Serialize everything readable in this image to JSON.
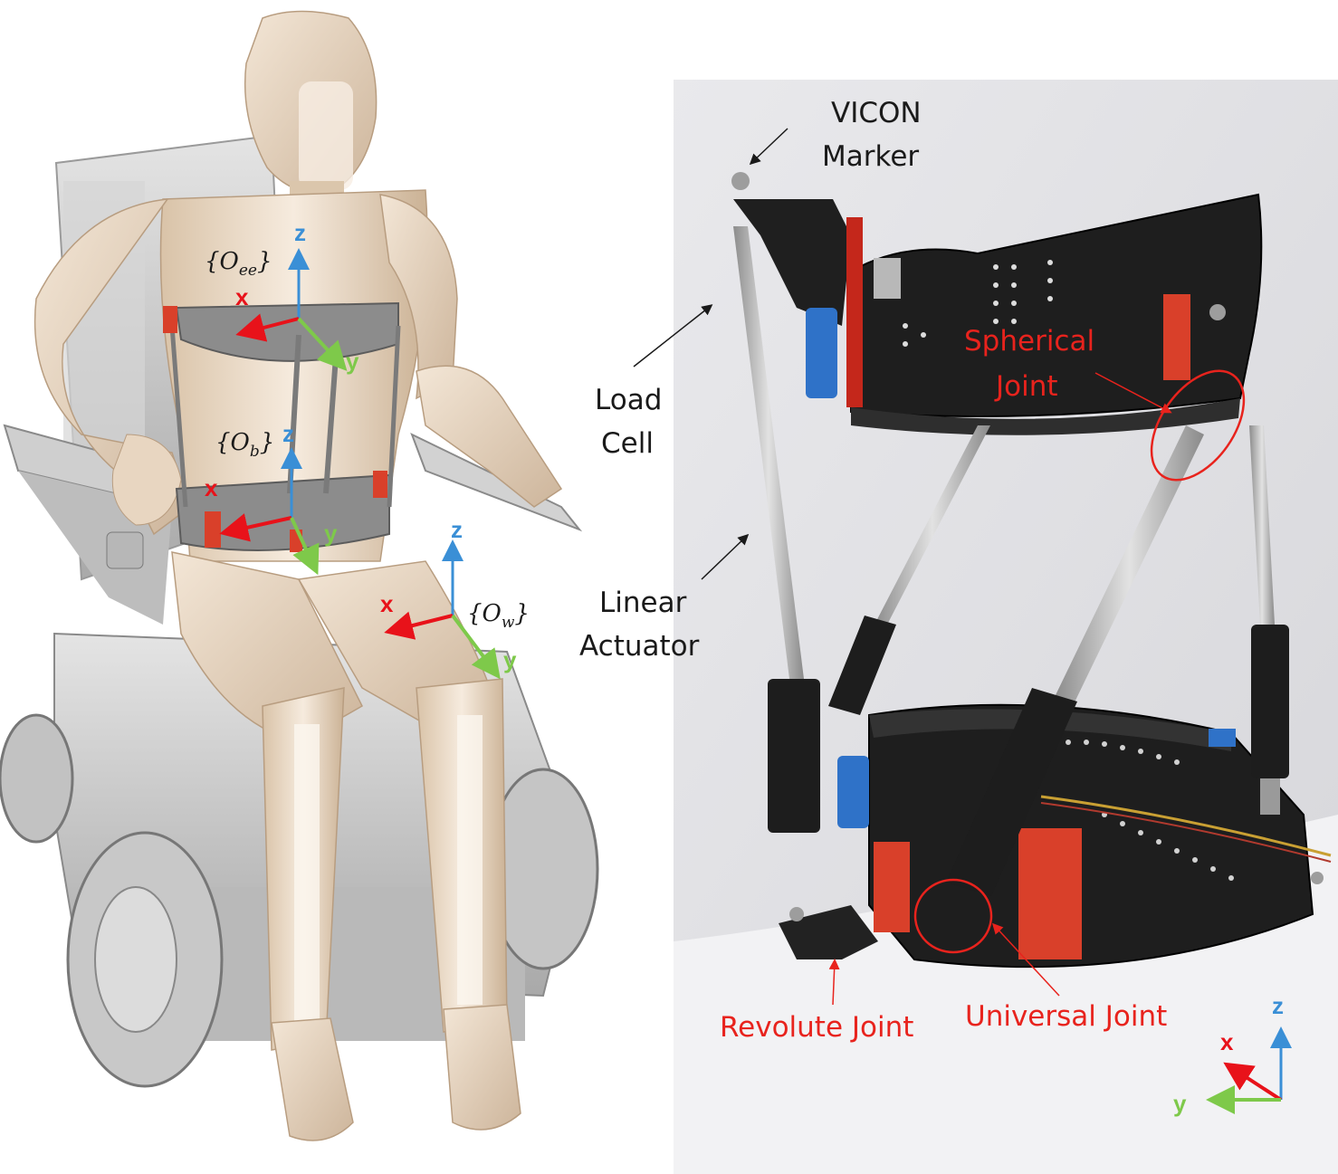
{
  "colors": {
    "x_axis": "#e8121a",
    "y_axis": "#7ec94a",
    "z_axis": "#3a8fd6",
    "annotation_red": "#e8231d",
    "annotation_black": "#1a1a1a",
    "mannequin_skin": "#e6d4bf",
    "wheelchair_gray": "#c9c9c9",
    "device_black": "#1e1e1e",
    "bracket_orange": "#d9402a"
  },
  "left_panel": {
    "frames": {
      "ee": {
        "label": "{O",
        "sub": "ee",
        "close": "}"
      },
      "b": {
        "label": "{O",
        "sub": "b",
        "close": "}"
      },
      "w": {
        "label": "{O",
        "sub": "w",
        "close": "}"
      }
    },
    "axis_labels": {
      "x": "x",
      "y": "y",
      "z": "z"
    }
  },
  "right_panel": {
    "annotations": {
      "vicon_line1": "VICON",
      "vicon_line2": "Marker",
      "loadcell_line1": "Load",
      "loadcell_line2": "Cell",
      "actuator_line1": "Linear",
      "actuator_line2": "Actuator",
      "spherical_line1": "Spherical",
      "spherical_line2": "Joint",
      "revolute": "Revolute Joint",
      "universal": "Universal Joint"
    },
    "axis_labels": {
      "x": "x",
      "y": "y",
      "z": "z"
    }
  }
}
